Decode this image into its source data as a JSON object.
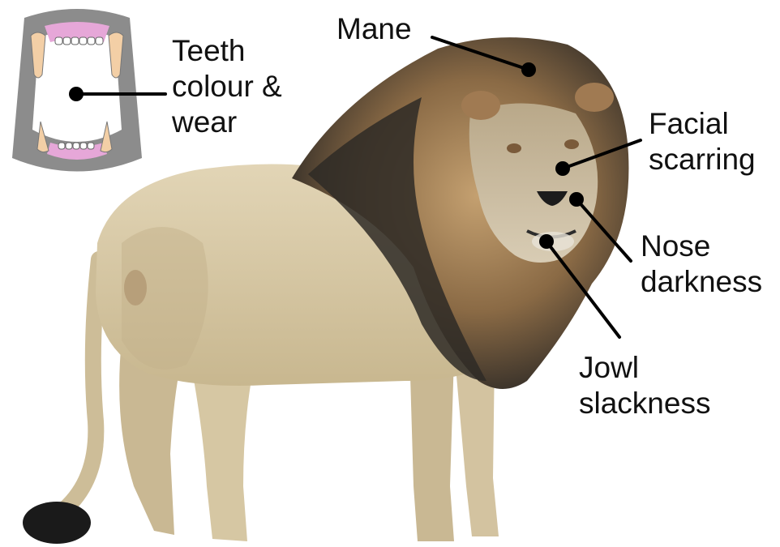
{
  "labels": {
    "mane": [
      "Mane"
    ],
    "teeth": [
      "Teeth",
      "colour &",
      "wear"
    ],
    "facial": [
      "Facial",
      "scarring"
    ],
    "nose": [
      "Nose",
      "darkness"
    ],
    "jowl": [
      "Jowl",
      "slackness"
    ]
  },
  "colors": {
    "mane_dark": "#2e2a26",
    "mane_light": "#b08a5a",
    "body_fur": "#d9cba9",
    "body_shadow": "#b9a883",
    "tail_tuft": "#1a1a1a",
    "jaw_gray": "#8c8c8c",
    "gum_pink": "#e6a7d8",
    "tooth": "#f3cfa6",
    "pointer": "#000000"
  },
  "icons": [
    "jaw-icon",
    "lion-illustration"
  ]
}
